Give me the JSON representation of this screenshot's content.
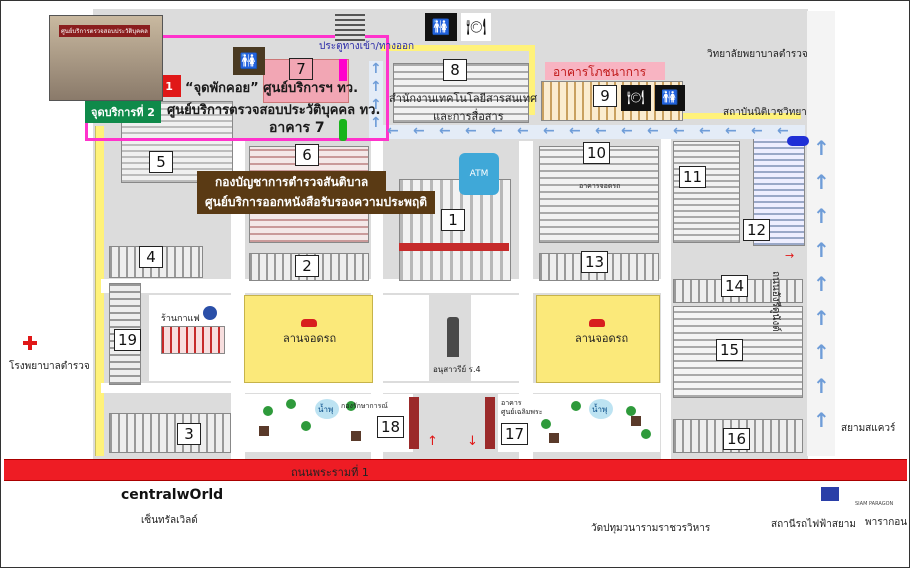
{
  "labels": {
    "entrance_exit": "ประตูทางเข้า/ทางออก",
    "police_nursing_college": "วิทยาลัยพยาบาลตำรวจ",
    "forensic_institute": "สถาบันนิติเวชวิทยา",
    "canteen_building": "อาคารโภชนาการ",
    "it_office_line1": "สำนักงานเทคโนโลยีสารสนเทศ",
    "it_office_line2": "และการสื่อสาร",
    "service_point_1": "จุดบริการที่ 1",
    "service_point_2": "จุดบริการที่ 2",
    "rest_point": "“จุดพักคอย” ศูนย์บริการฯ ทว.",
    "background_check_center": "ศูนย์บริการตรวจสอบประวัติบุคคล ทว.",
    "building_7": "อาคาร 7",
    "crime_records_division": "กองบัญชาการตำรวจสันติบาล",
    "certificate_center": "ศูนย์บริการออกหนังสือรับรองความประพฤติ",
    "parking_left": "ลานจอดรถ",
    "parking_right": "ลานจอดรถ",
    "cafe": "ร้านกาแฟ",
    "monument": "อนุสาวรีย์ ร.4",
    "police_hospital": "โรงพยาบาลตำรวจ",
    "henri_dunant_road": "ถนนอังรีดูนังต์",
    "rama1_road": "ถนนพระรามที่ 1",
    "siam_square": "สยามสแควร์",
    "central_world_logo": "centralwOrld",
    "central_world": "เซ็นทรัลเวิลด์",
    "wat_pathum": "วัดปทุมวนารามราชวรวิหาร",
    "bts_siam": "สถานีรถไฟฟ้าสยาม",
    "siam_paragon_logo": "SIAM PARAGON",
    "paragon": "พารากอน",
    "parking_building": "อาคารจอดรถ",
    "building_left_bottom": "กองรักษาการณ์",
    "building_right_bottom_line1": "อาคาร",
    "building_right_bottom_line2": "ศูนย์เฉลิมพระ",
    "pond": "น้ำพุ",
    "atm": "ATM",
    "shop_sign": "ศูนย์บริการตรวจสอบประวัติบุคคล"
  },
  "building_numbers": [
    "1",
    "2",
    "3",
    "4",
    "5",
    "6",
    "7",
    "8",
    "9",
    "10",
    "11",
    "12",
    "13",
    "14",
    "15",
    "16",
    "17",
    "18",
    "19"
  ],
  "colors": {
    "road_red": "#ee1c24",
    "path_yellow": "#fff27a",
    "ground_gray": "#d2d2d2",
    "parking_yellow": "#fbe97a",
    "route_blue": "#6f9dd8",
    "service_magenta": "#ff33cc",
    "label_brown": "#5a3a14",
    "service1_red": "#e01818",
    "service2_green": "#0f8a4a"
  },
  "icons": [
    "restroom-icon",
    "restaurant-icon",
    "atm-icon",
    "hospital-cross-icon",
    "tree-icon",
    "house-icon",
    "statue-icon",
    "car-icon",
    "blue-arrow-icon"
  ]
}
